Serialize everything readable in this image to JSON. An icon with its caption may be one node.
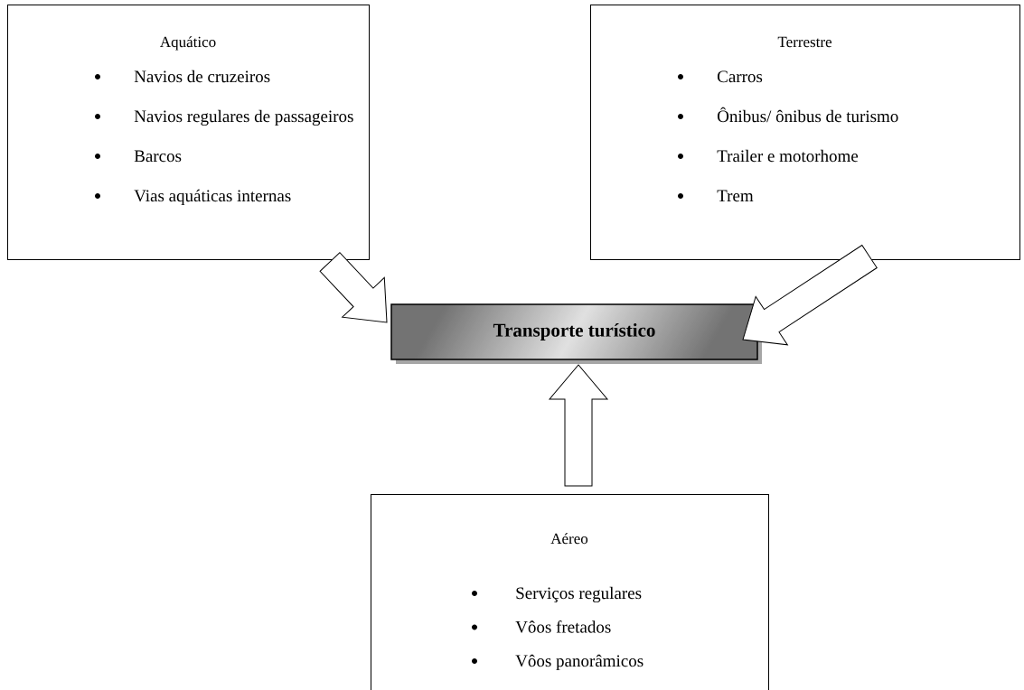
{
  "diagram": {
    "nodes": [
      {
        "text": [
          "Aquático",
          "Navios de cruzeiros",
          "Navios regulares de passageiros",
          "Barcos",
          "Vias aquáticas internas"
        ]
      },
      {
        "text": [
          "Terrestre",
          "Carros",
          "Ônibus/ ônibus de turismo",
          "Trailer e motorhome",
          "Trem"
        ]
      },
      {
        "text": [
          "Aéreo",
          "Serviços regulares",
          "Vôos fretados",
          "Vôos panorâmicos"
        ]
      },
      {
        "text": [
          "Transporte turístico"
        ]
      }
    ],
    "edges": [
      {
        "from": 0,
        "to": 3,
        "arrow": "to"
      },
      {
        "from": 1,
        "to": 3,
        "arrow": "to"
      },
      {
        "from": 2,
        "to": 3,
        "arrow": "to"
      }
    ]
  }
}
